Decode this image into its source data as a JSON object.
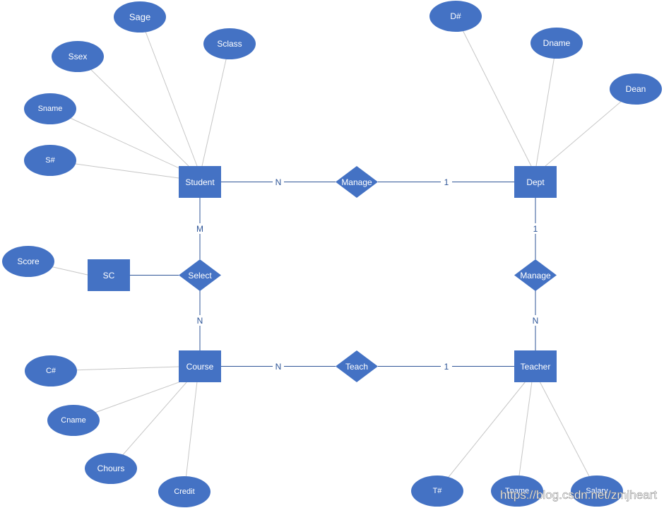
{
  "colors": {
    "shape_fill": "#4472c4",
    "relation_line": "#2f5597",
    "attribute_line": "#c6c6c6",
    "cardinality_text": "#2e5597",
    "node_text": "#ffffff"
  },
  "entities": {
    "student": "Student",
    "dept": "Dept",
    "course": "Course",
    "teacher": "Teacher",
    "sc": "SC"
  },
  "relationships": {
    "manage_student_dept": "Manage",
    "select": "Select",
    "teach": "Teach",
    "manage_dept_teacher": "Manage"
  },
  "attributes": {
    "sage": "Sage",
    "sclass": "Sclass",
    "ssex": "Ssex",
    "sname": "Sname",
    "s_no": "S#",
    "d_no": "D#",
    "dname": "Dname",
    "dean": "Dean",
    "score": "Score",
    "c_no": "C#",
    "cname": "Cname",
    "chours": "Chours",
    "credit": "Credit",
    "t_no": "T#",
    "tname": "Tname",
    "salary": "Salary"
  },
  "cardinalities": {
    "student_manage": "N",
    "manage_dept": "1",
    "student_select": "M",
    "select_course": "N",
    "course_teach": "N",
    "teach_teacher": "1",
    "dept_manage": "1",
    "manage_teacher": "N"
  },
  "watermark": "https://blog.csdn.net/zmjheart"
}
